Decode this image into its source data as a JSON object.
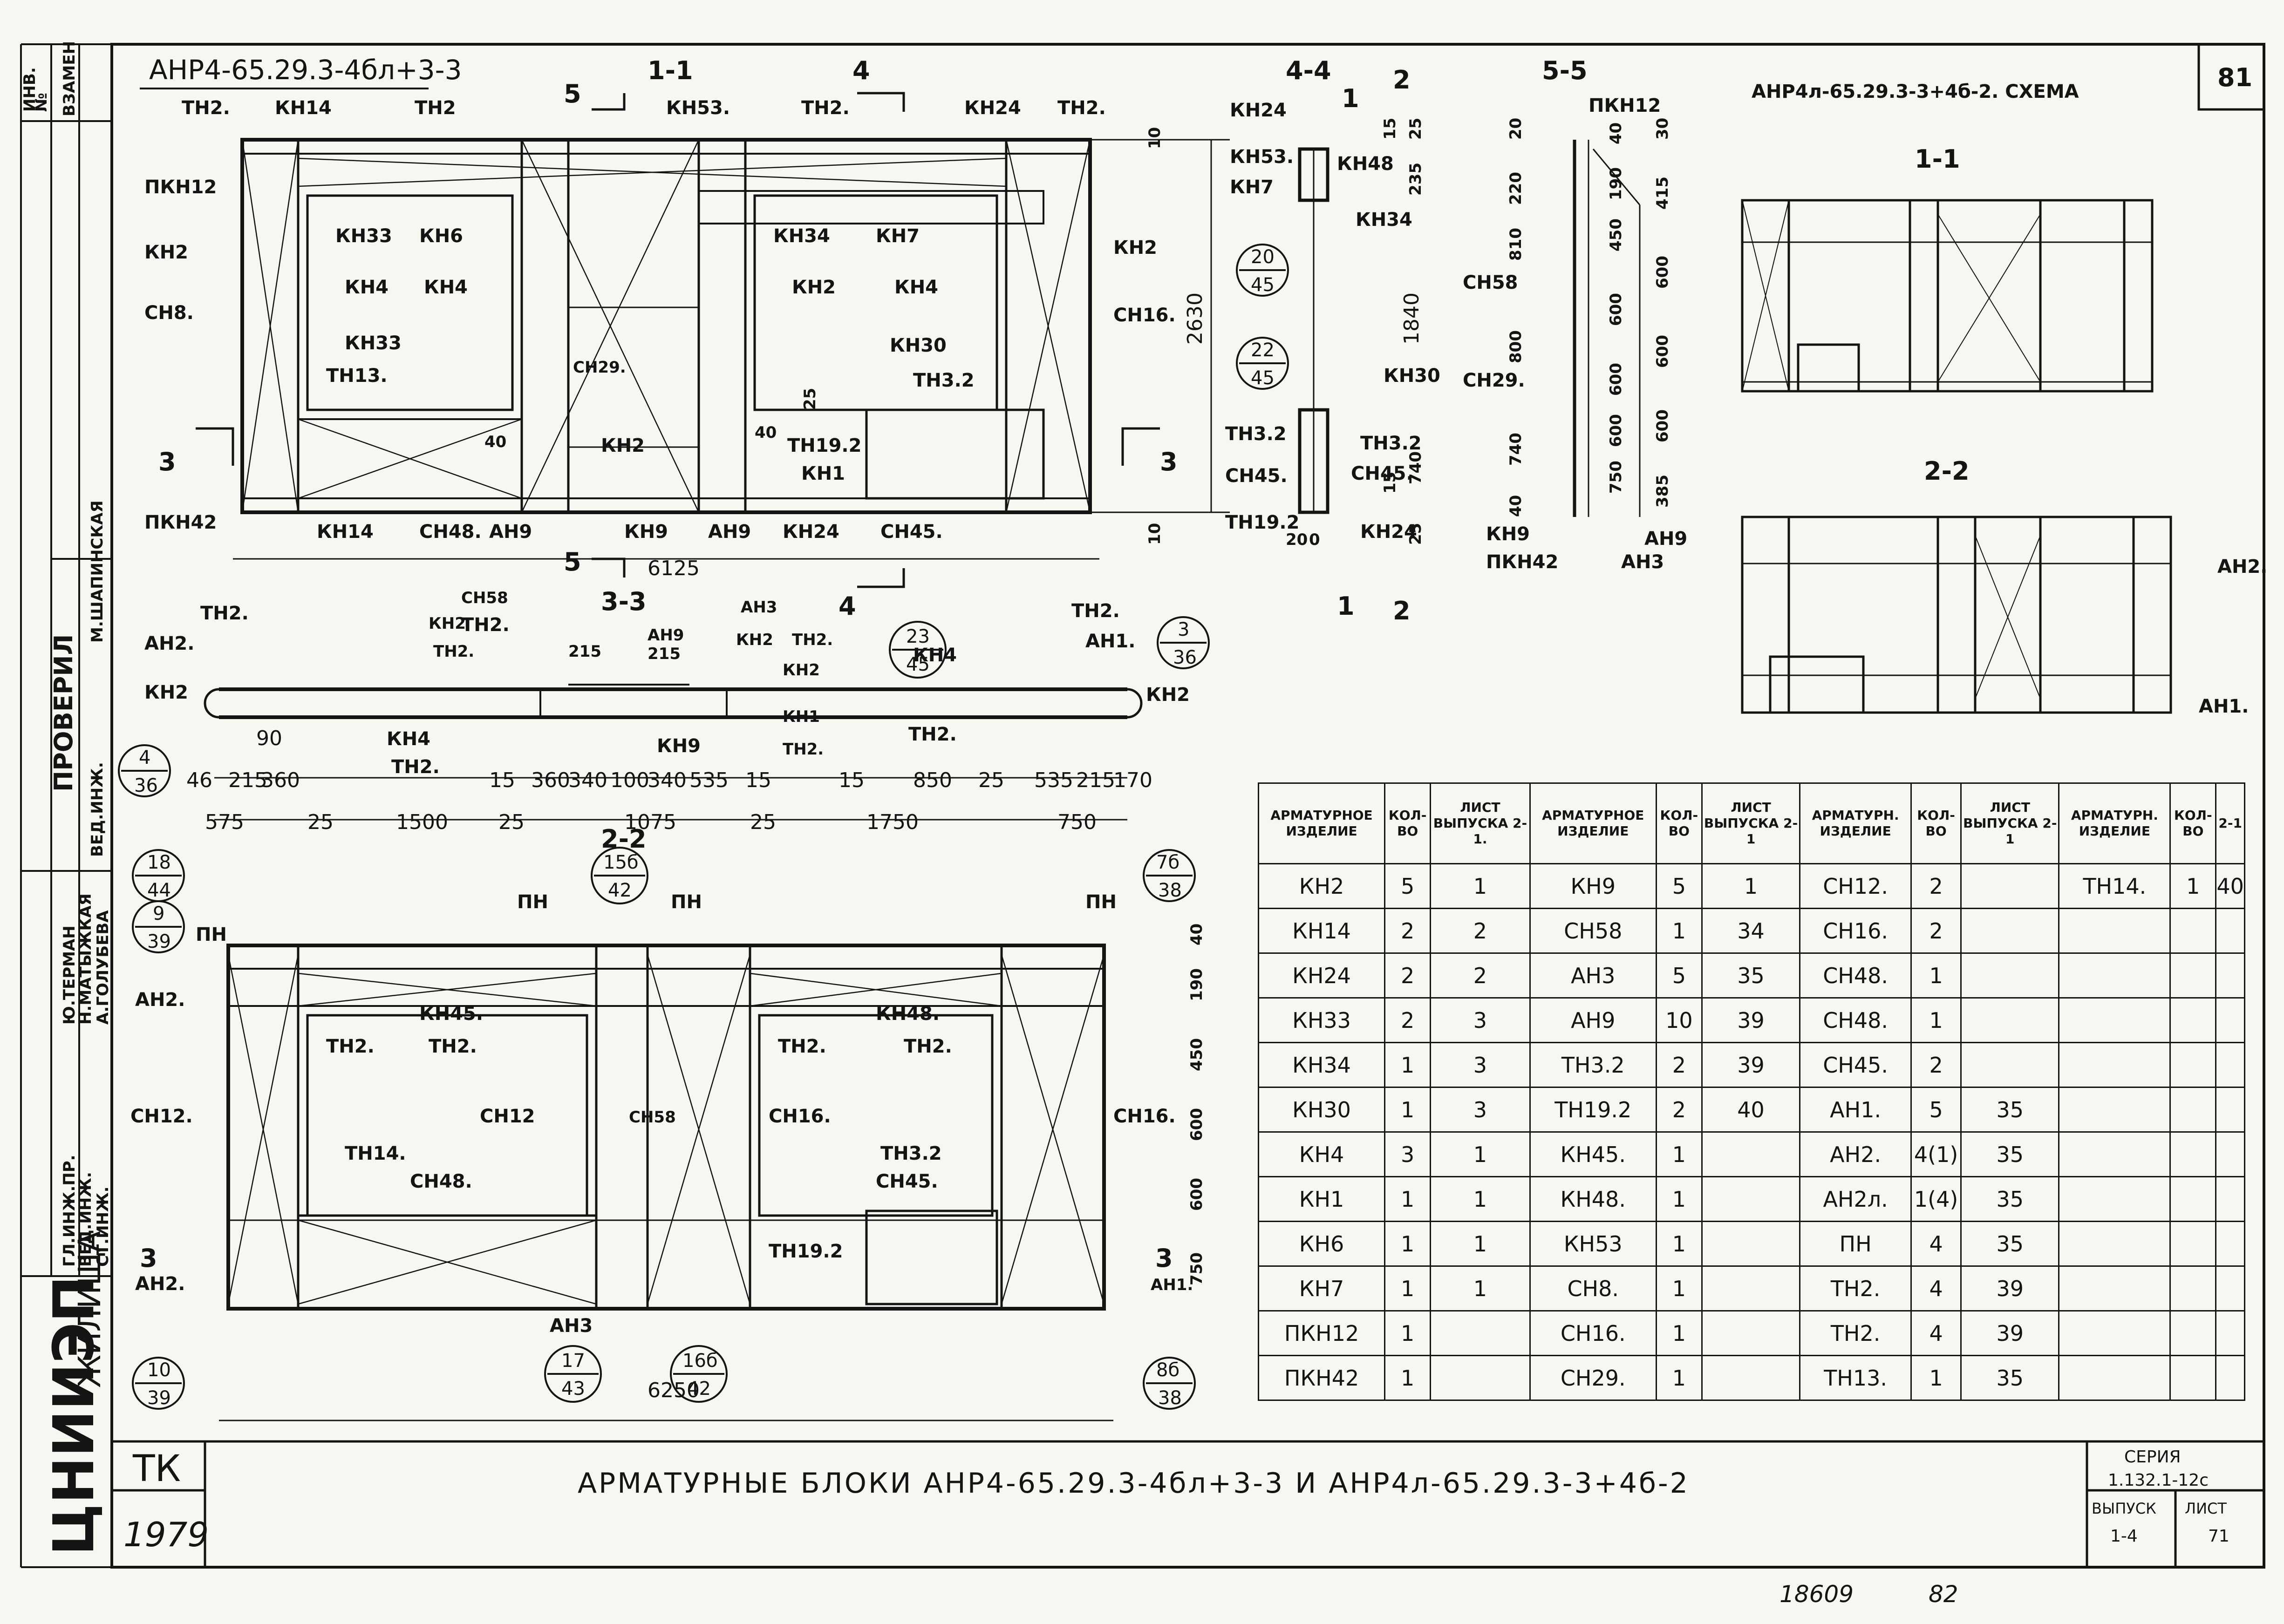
{
  "sheet": {
    "top_right_number": "81",
    "bottom_stamp": "18609",
    "bottom_page": "82",
    "series_label": "СЕРИЯ",
    "series_value": "1.132.1-12с",
    "issue_label": "ВЫПУСК",
    "issue_value": "1-4",
    "sheet_label": "ЛИСТ",
    "sheet_value": "71",
    "org_tk": "ТК",
    "year": "1979",
    "org_vertical": "ЦНИИЭП",
    "org_word": "ЖИЛИЩА",
    "title": "АРМАТУРНЫЕ БЛОКИ АНР4-65.29.3-4бл+3-3 И АНР4л-65.29.3-3+4б-2"
  },
  "side_stamp": {
    "inv_label": "ИНВ.",
    "inv_no": "№",
    "replace": "ВЗАМЕН",
    "checked": "ПРОВЕРИЛ",
    "checked_name": "М.ШАПИНСКАЯ",
    "lead_eng": "ВЕД.ИНЖ.",
    "rows": [
      {
        "role": "ГЛ.ИНЖ.ПР.",
        "name": "Ю.ТЕРМАН"
      },
      {
        "role": "ВЕД.ИНЖ.",
        "name": "Н.МАТЫЖКАЯ"
      },
      {
        "role": "СТ.ИНЖ.",
        "name": "А.ГОЛУБЕВА"
      }
    ]
  },
  "views": {
    "main_title": "АНР4-65.29.3-4бл+3-3",
    "schema_title": "АНР4л-65.29.3-3+4б-2. СХЕМА",
    "sec_1_1": "1-1",
    "sec_2_2": "2-2",
    "sec_3_3": "3-3",
    "sec_4_4": "4-4",
    "sec_5_5": "5-5",
    "cut_1": "1",
    "cut_2": "2",
    "cut_3": "3",
    "cut_4": "4",
    "cut_5": "5",
    "dim_6125": "6125",
    "dim_2630": "2630",
    "dim_6250": "6250",
    "dim_1840": "1840",
    "dim_10a": "10",
    "dim_10b": "10",
    "dim_40a": "40",
    "dim_40b": "40",
    "dim_25": "25",
    "labels_top": [
      "ТН2.",
      "КН14",
      "ТН2",
      "КН53.",
      "ТН2.",
      "КН24",
      "ТН2."
    ],
    "labels_left": [
      "ПКН12",
      "КН2",
      "СН8.",
      "ПКН42"
    ],
    "labels_inner": [
      "КН33",
      "КН6",
      "КН4",
      "КН4",
      "КН33",
      "ТН13.",
      "СН29.",
      "КН2",
      "КН34",
      "КН7",
      "КН2",
      "КН4",
      "КН30",
      "ТН3.2",
      "ТН19.2",
      "КН1",
      "КН2",
      "СН16."
    ],
    "labels_bottom": [
      "КН14",
      "СН48.",
      "АН9",
      "КН9",
      "АН9",
      "КН24",
      "СН45."
    ],
    "s44_labels": [
      "КН24",
      "КН53.",
      "КН7",
      "КН48",
      "КН34",
      "КН30",
      "ТН3.2",
      "ТН3.2",
      "СН45.",
      "СН45.",
      "ТН19.2",
      "КН24"
    ],
    "s44_dims": [
      "15",
      "25",
      "235",
      "15",
      "740",
      "25",
      "20",
      "0"
    ],
    "s55_labels": [
      "ПКН12",
      "СН58",
      "СН29.",
      "КН9",
      "ПКН42",
      "АН9",
      "АН3"
    ],
    "s55_dims_left": [
      "20",
      "220",
      "810",
      "800",
      "740",
      "40"
    ],
    "s55_dims_right": [
      "40",
      "190",
      "450",
      "600",
      "600",
      "600",
      "750",
      "30",
      "415",
      "600",
      "600",
      "600",
      "385"
    ],
    "bubbles": [
      {
        "n": "20",
        "d": "45"
      },
      {
        "n": "22",
        "d": "45"
      },
      {
        "n": "23",
        "d": "45"
      },
      {
        "n": "3",
        "d": "36"
      },
      {
        "n": "4",
        "d": "36"
      },
      {
        "n": "18",
        "d": "44"
      },
      {
        "n": "9",
        "d": "39"
      },
      {
        "n": "15б",
        "d": "42"
      },
      {
        "n": "7б",
        "d": "38"
      },
      {
        "n": "10",
        "d": "39"
      },
      {
        "n": "17",
        "d": "43"
      },
      {
        "n": "16б",
        "d": "42"
      },
      {
        "n": "8б",
        "d": "38"
      }
    ],
    "s33_labels": [
      "ТН2.",
      "АН2.",
      "КН2",
      "СН58",
      "КН2",
      "ТН2.",
      "АН3",
      "АН9",
      "КН2",
      "ТН2.",
      "КН2",
      "КН4",
      "ТН2.",
      "КН9",
      "КН1",
      "ТН2.",
      "КН4",
      "ТН2.",
      "ТН2.",
      "АН1.",
      "КН2",
      "ТН2."
    ],
    "s33_dims_row1": [
      "46",
      "215",
      "360",
      "90",
      "15",
      "360",
      "340",
      "100",
      "340",
      "535",
      "15",
      "15",
      "850",
      "25",
      "535",
      "215",
      "170",
      "215",
      "215"
    ],
    "s33_dims_row2": [
      "575",
      "25",
      "1500",
      "25",
      "1075",
      "25",
      "1750",
      "750"
    ],
    "s22_labels": [
      "ПН",
      "ПН",
      "ПН",
      "ПН",
      "АН2.",
      "КН45.",
      "КН48.",
      "ТН2.",
      "ТН2.",
      "ТН2.",
      "ТН2.",
      "СН12.",
      "СН12",
      "СН58",
      "СН16.",
      "СН16.",
      "ТН14.",
      "СН48.",
      "ТН3.2",
      "СН45.",
      "ТН19.2",
      "АН2.",
      "АН3",
      "АН1."
    ],
    "s22_dims": [
      "40",
      "190",
      "450",
      "600",
      "600",
      "750"
    ],
    "schema_labels": [
      "АН2.",
      "АН1."
    ]
  },
  "table": {
    "headers": [
      "АРМАТУРНОЕ ИЗДЕЛИЕ",
      "КОЛ-ВО",
      "ЛИСТ ВЫПУСКА 2-1.",
      "АРМАТУРНОЕ ИЗДЕЛИЕ",
      "КОЛ-ВО",
      "ЛИСТ ВЫПУСКА 2-1",
      "АРМАТУРН. ИЗДЕЛИЕ",
      "КОЛ-ВО",
      "ЛИСТ ВЫПУСКА 2-1",
      "АРМАТУРН. ИЗДЕЛИЕ",
      "КОЛ-ВО",
      "2-1"
    ],
    "rows": [
      [
        "КН2",
        "5",
        "1",
        "КН9",
        "5",
        "1",
        "СН12.",
        "2",
        "",
        "ТН14.",
        "1",
        "40"
      ],
      [
        "КН14",
        "2",
        "2",
        "СН58",
        "1",
        "34",
        "СН16.",
        "2",
        "",
        "",
        "",
        ""
      ],
      [
        "КН24",
        "2",
        "2",
        "АН3",
        "5",
        "35",
        "СН48.",
        "1",
        "",
        "",
        "",
        ""
      ],
      [
        "КН33",
        "2",
        "3",
        "АН9",
        "10",
        "39",
        "СН48.",
        "1",
        "",
        "",
        "",
        ""
      ],
      [
        "КН34",
        "1",
        "3",
        "ТН3.2",
        "2",
        "39",
        "СН45.",
        "2",
        "",
        "",
        "",
        ""
      ],
      [
        "КН30",
        "1",
        "3",
        "ТН19.2",
        "2",
        "40",
        "АН1.",
        "5",
        "35",
        "",
        "",
        ""
      ],
      [
        "КН4",
        "3",
        "1",
        "КН45.",
        "1",
        "",
        "АН2.",
        "4(1)",
        "35",
        "",
        "",
        ""
      ],
      [
        "КН1",
        "1",
        "1",
        "КН48.",
        "1",
        "",
        "АН2л.",
        "1(4)",
        "35",
        "",
        "",
        ""
      ],
      [
        "КН6",
        "1",
        "1",
        "КН53",
        "1",
        "",
        "ПН",
        "4",
        "35",
        "",
        "",
        ""
      ],
      [
        "КН7",
        "1",
        "1",
        "СН8.",
        "1",
        "",
        "ТН2.",
        "4",
        "39",
        "",
        "",
        ""
      ],
      [
        "ПКН12",
        "1",
        "",
        "СН16.",
        "1",
        "",
        "ТН2.",
        "4",
        "39",
        "",
        "",
        ""
      ],
      [
        "ПКН42",
        "1",
        "",
        "СН29.",
        "1",
        "",
        "ТН13.",
        "1",
        "35",
        "",
        "",
        ""
      ]
    ]
  }
}
